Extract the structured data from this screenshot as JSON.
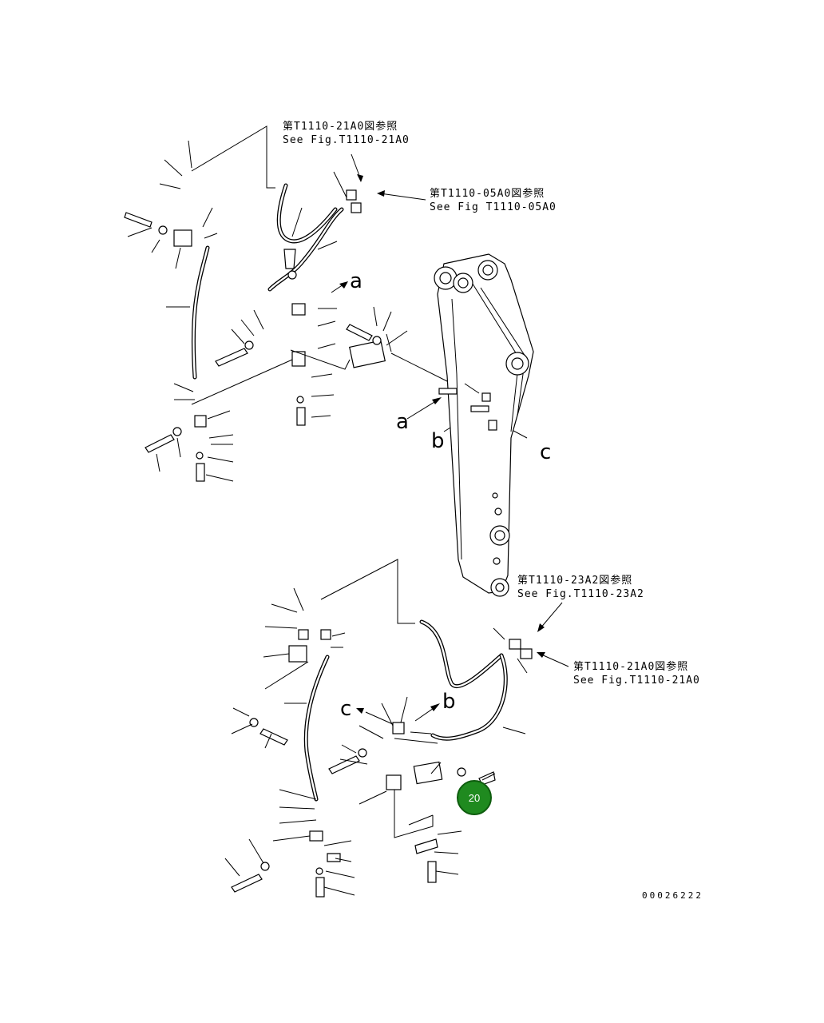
{
  "references": {
    "top_jp": "第T1110-21A0図参照",
    "top_en": "See Fig.T1110-21A0",
    "right_jp": "第T1110-05A0図参照",
    "right_en": "See Fig T1110-05A0",
    "lower_jp": "第T1110-23A2図参照",
    "lower_en": "See Fig.T1110-23A2",
    "bottom_jp": "第T1110-21A0図参照",
    "bottom_en": "See Fig.T1110-21A0"
  },
  "detail_letters": {
    "a_top": "a",
    "a_arm": "a",
    "b_arm": "b",
    "c_arm": "c",
    "c_lower": "c",
    "b_lower": "b"
  },
  "callout": {
    "label": "20",
    "color": "#1f8a1f"
  },
  "drawing_code": "00026222"
}
